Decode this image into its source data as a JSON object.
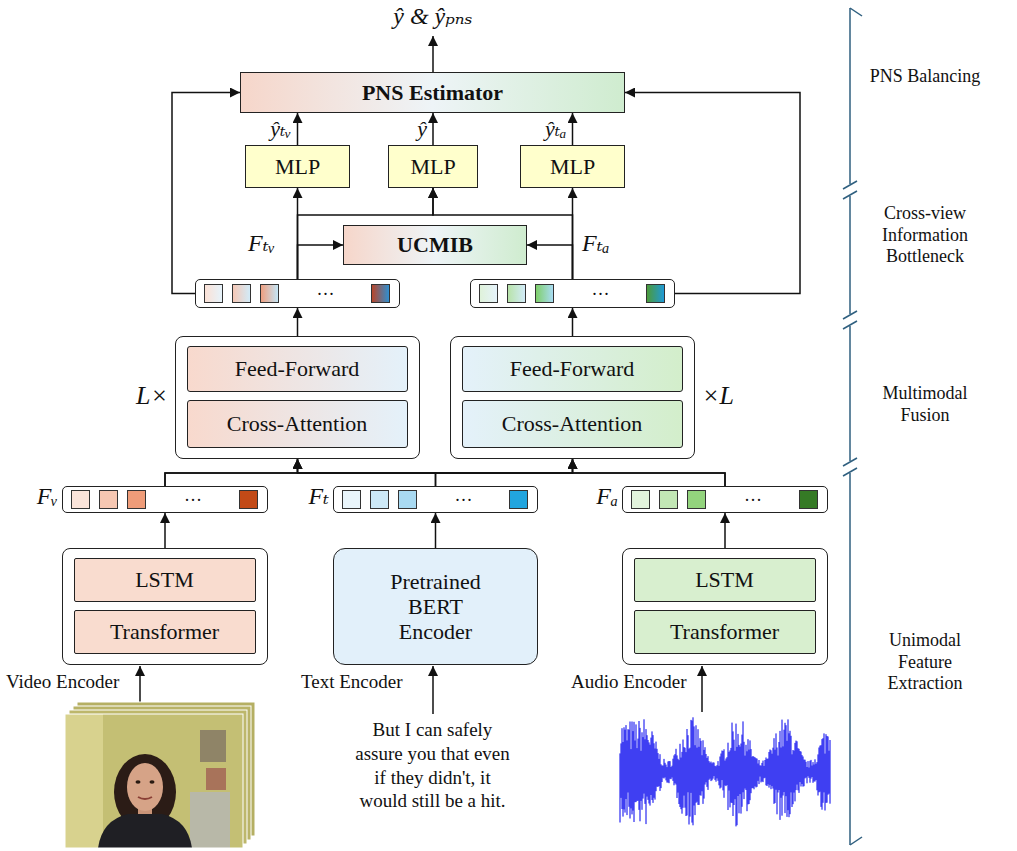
{
  "diagram": {
    "nodes": [
      {
        "text": [
          "PNS Estimator"
        ]
      },
      {
        "text": [
          "MLP"
        ]
      },
      {
        "text": [
          "MLP"
        ]
      },
      {
        "text": [
          "MLP"
        ]
      },
      {
        "text": [
          "UCMIB"
        ]
      },
      {
        "text": [
          "···"
        ]
      },
      {
        "text": [
          "···"
        ]
      },
      {
        "text": [
          "L×"
        ]
      },
      {
        "text": [
          "Feed-Forward"
        ],
        "in": 7
      },
      {
        "text": [
          "Cross-Attention"
        ],
        "in": 7
      },
      {
        "text": [
          "×L"
        ]
      },
      {
        "text": [
          "Feed-Forward"
        ],
        "in": 10
      },
      {
        "text": [
          "Cross-Attention"
        ],
        "in": 10
      },
      {
        "text": [
          "Fᵥ",
          "···"
        ]
      },
      {
        "text": [
          "Fₜ",
          "···"
        ]
      },
      {
        "text": [
          "Fₐ",
          "···"
        ]
      },
      {
        "text": [
          "Video Encoder"
        ]
      },
      {
        "text": [
          "LSTM"
        ],
        "in": 16
      },
      {
        "text": [
          "Transformer"
        ],
        "in": 16
      },
      {
        "text": [
          "Pretrained BERT Encoder",
          "Text Encoder"
        ]
      },
      {
        "text": [
          "Audio Encoder"
        ]
      },
      {
        "text": [
          "LSTM"
        ],
        "in": 20
      },
      {
        "text": [
          "Transformer"
        ],
        "in": 20
      }
    ],
    "edges": [
      {
        "from": 1,
        "to": 0,
        "label": "ŷₜᵥ",
        "arrow": "to"
      },
      {
        "from": 2,
        "to": 0,
        "label": "ŷ",
        "arrow": "to"
      },
      {
        "from": 3,
        "to": 0,
        "label": "ŷₜₐ",
        "arrow": "to"
      },
      {
        "from": 5,
        "to": 0,
        "arrow": "to"
      },
      {
        "from": 6,
        "to": 0,
        "arrow": "to"
      },
      {
        "from": 5,
        "to": 1,
        "arrow": "to"
      },
      {
        "from": 5,
        "to": 2,
        "arrow": "to"
      },
      {
        "from": 6,
        "to": 3,
        "arrow": "to"
      },
      {
        "from": 6,
        "to": 2,
        "arrow": "to"
      },
      {
        "from": 5,
        "to": 4,
        "arrow": "to"
      },
      {
        "from": 6,
        "to": 4,
        "arrow": "to"
      },
      {
        "from": 7,
        "to": 5,
        "arrow": "to"
      },
      {
        "from": 10,
        "to": 6,
        "arrow": "to"
      },
      {
        "from": 13,
        "to": 7,
        "arrow": "to"
      },
      {
        "from": 14,
        "to": 7,
        "arrow": "to"
      },
      {
        "from": 15,
        "to": 7,
        "arrow": "to"
      },
      {
        "from": 13,
        "to": 10,
        "arrow": "to"
      },
      {
        "from": 14,
        "to": 10,
        "arrow": "to"
      },
      {
        "from": 15,
        "to": 10,
        "arrow": "to"
      },
      {
        "from": 16,
        "to": 13,
        "arrow": "to"
      },
      {
        "from": 19,
        "to": 14,
        "arrow": "to"
      },
      {
        "from": 20,
        "to": 15,
        "arrow": "to"
      }
    ],
    "labels": [
      "ŷ & ŷₚₙₛ",
      "Fₜᵥ",
      "Fₜₐ",
      "PNS Balancing",
      "Cross-view Information Bottleneck",
      "Multimodal Fusion",
      "Unimodal Feature Extraction",
      "But I can safely assure you that even if they didn't, it would still be a hit."
    ]
  }
}
